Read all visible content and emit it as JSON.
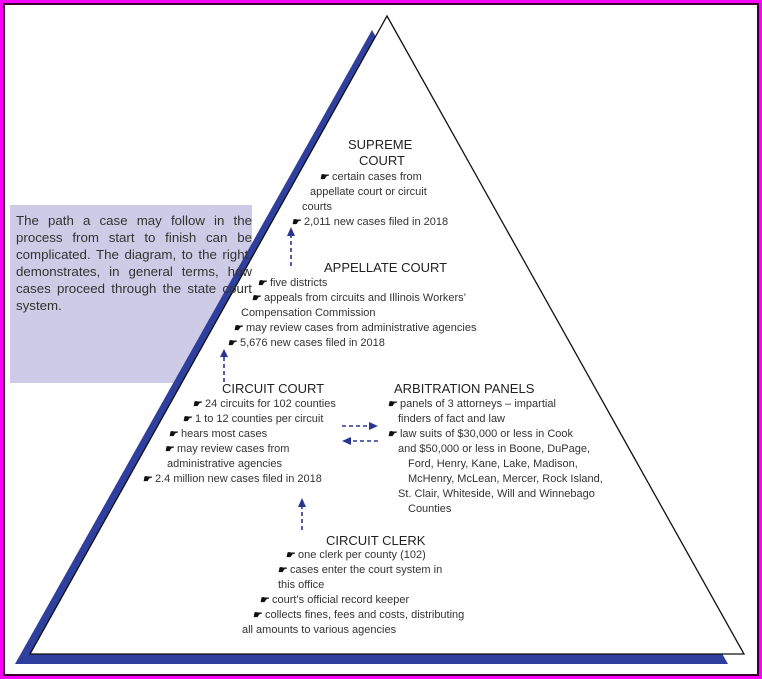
{
  "intro": "The path a case may follow in the process from start to finish can be complicated. The diagram, to the right, demonstrates, in general terms, how cases proceed through the state court system.",
  "colors": {
    "shadow": "#2e3f9e",
    "box": "#cdcbe6",
    "arrow": "#2b3590",
    "frame": "#ff00ff"
  },
  "bullet_icon": "pointing-hand-icon",
  "supreme": {
    "title1": "SUPREME",
    "title2": "COURT",
    "lines": [
      "certain cases from",
      "appellate court or circuit",
      "courts",
      "2,011 new cases filed in 2018"
    ]
  },
  "appellate": {
    "title": "APPELLATE COURT",
    "lines": [
      "five districts",
      "appeals from circuits and Illinois Workers’",
      "Compensation Commission",
      "may review cases from administrative agencies",
      "5,676 new cases filed in 2018"
    ]
  },
  "circuit": {
    "title": "CIRCUIT COURT",
    "lines": [
      "24 circuits for 102 counties",
      "1 to 12 counties per circuit",
      "hears most cases",
      "may review cases from",
      "administrative agencies",
      "2.4 million new cases filed in 2018"
    ]
  },
  "arbitration": {
    "title": "ARBITRATION PANELS",
    "lines": [
      "panels of 3 attorneys – impartial",
      "finders of fact and law",
      "law suits of $30,000 or less in Cook",
      "and $50,000 or less in Boone, DuPage,",
      "Ford, Henry, Kane, Lake, Madison,",
      "McHenry, McLean, Mercer, Rock Island,",
      "St. Clair, Whiteside, Will and Winnebago",
      "Counties"
    ]
  },
  "clerk": {
    "title": "CIRCUIT CLERK",
    "lines": [
      "one clerk per county (102)",
      "cases enter the court system in",
      "this office",
      "court’s official record keeper",
      "collects fines, fees and costs, distributing",
      "all amounts to various agencies"
    ]
  }
}
